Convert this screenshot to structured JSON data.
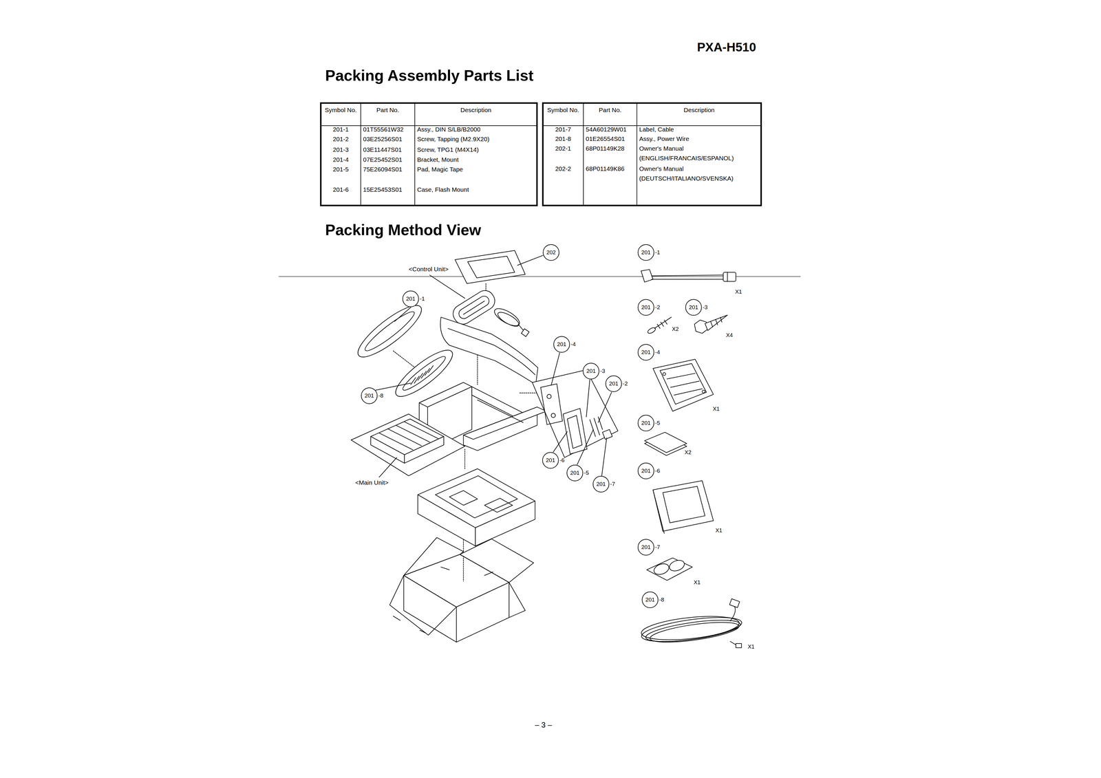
{
  "diagram": {
    "title": "Packing Assembly Parts List",
    "nodes": [
      {
        "text": [
          "202"
        ]
      },
      {
        "text": [
          "201",
          "-1"
        ]
      },
      {
        "text": [
          "201",
          "-1"
        ]
      },
      {
        "text": [
          "201",
          "-2"
        ]
      },
      {
        "text": [
          "201",
          "-3"
        ]
      },
      {
        "text": [
          "201",
          "-4"
        ]
      },
      {
        "text": [
          "201",
          "-4"
        ]
      },
      {
        "text": [
          "201",
          "-3"
        ]
      },
      {
        "text": [
          "201",
          "-2"
        ]
      },
      {
        "text": [
          "201",
          "-8"
        ]
      },
      {
        "text": [
          "201",
          "-5"
        ]
      },
      {
        "text": [
          "201",
          "-6"
        ]
      },
      {
        "text": [
          "201",
          "-6"
        ]
      },
      {
        "text": [
          "201",
          "-5"
        ]
      },
      {
        "text": [
          "201",
          "-7"
        ]
      },
      {
        "text": [
          "201",
          "-7"
        ]
      },
      {
        "text": [
          "201",
          "-8"
        ]
      }
    ],
    "labels": [
      "PXA-H510",
      "Packing Method View",
      "Symbol No.",
      "Part No.",
      "Description",
      "201-1",
      "01T55561W32",
      "Assy., DIN S/LB/B2000",
      "201-2",
      "03E25256S01",
      "Screw, Tapping (M2.9X20)",
      "201-3",
      "03E11447S01",
      "Screw, TPG1 (M4X14)",
      "201-4",
      "07E25452S01",
      "Bracket, Mount",
      "201-5",
      "75E26094S01",
      "Pad, Magic Tape",
      "201-6",
      "15E25453S01",
      "Case, Flash Mount",
      "Symbol No.",
      "Part No.",
      "Description",
      "201-7",
      "54A60129W01",
      "Label, Cable",
      "201-8",
      "01E26554S01",
      "Assy., Power Wire",
      "202-1",
      "68P01149K28",
      "Owner's Manual (ENGLISH/FRANCAIS/ESPANOL)",
      "202-2",
      "68P01149K86",
      "Owner's Manual (DEUTSCH/ITALIANO/SVENSKA)",
      "<Control Unit>",
      "<Main Unit>",
      "X1",
      "X2",
      "X4",
      "X1",
      "X2",
      "X1",
      "X1",
      "X1",
      "– 3 –"
    ]
  }
}
